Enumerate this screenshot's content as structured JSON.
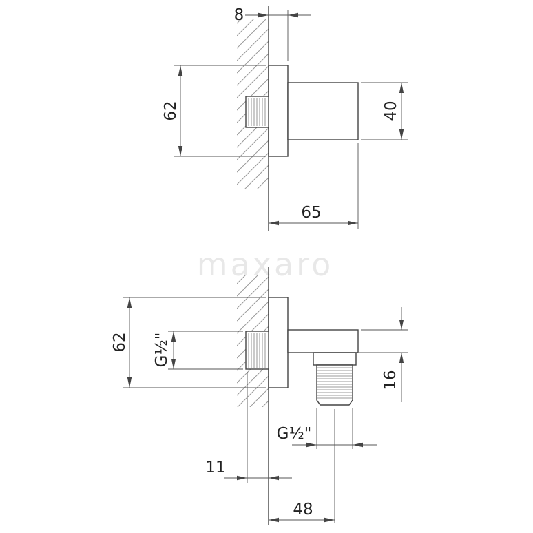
{
  "watermark": "maxaro",
  "views": {
    "top": {
      "flange_offset": "8",
      "height": "62",
      "diameter": "40",
      "length": "65"
    },
    "bottom": {
      "height": "62",
      "inlet_thread": "G½\"",
      "outlet_drop": "16",
      "outlet_thread": "G½\"",
      "wall_offset": "11",
      "outlet_distance": "48"
    }
  }
}
